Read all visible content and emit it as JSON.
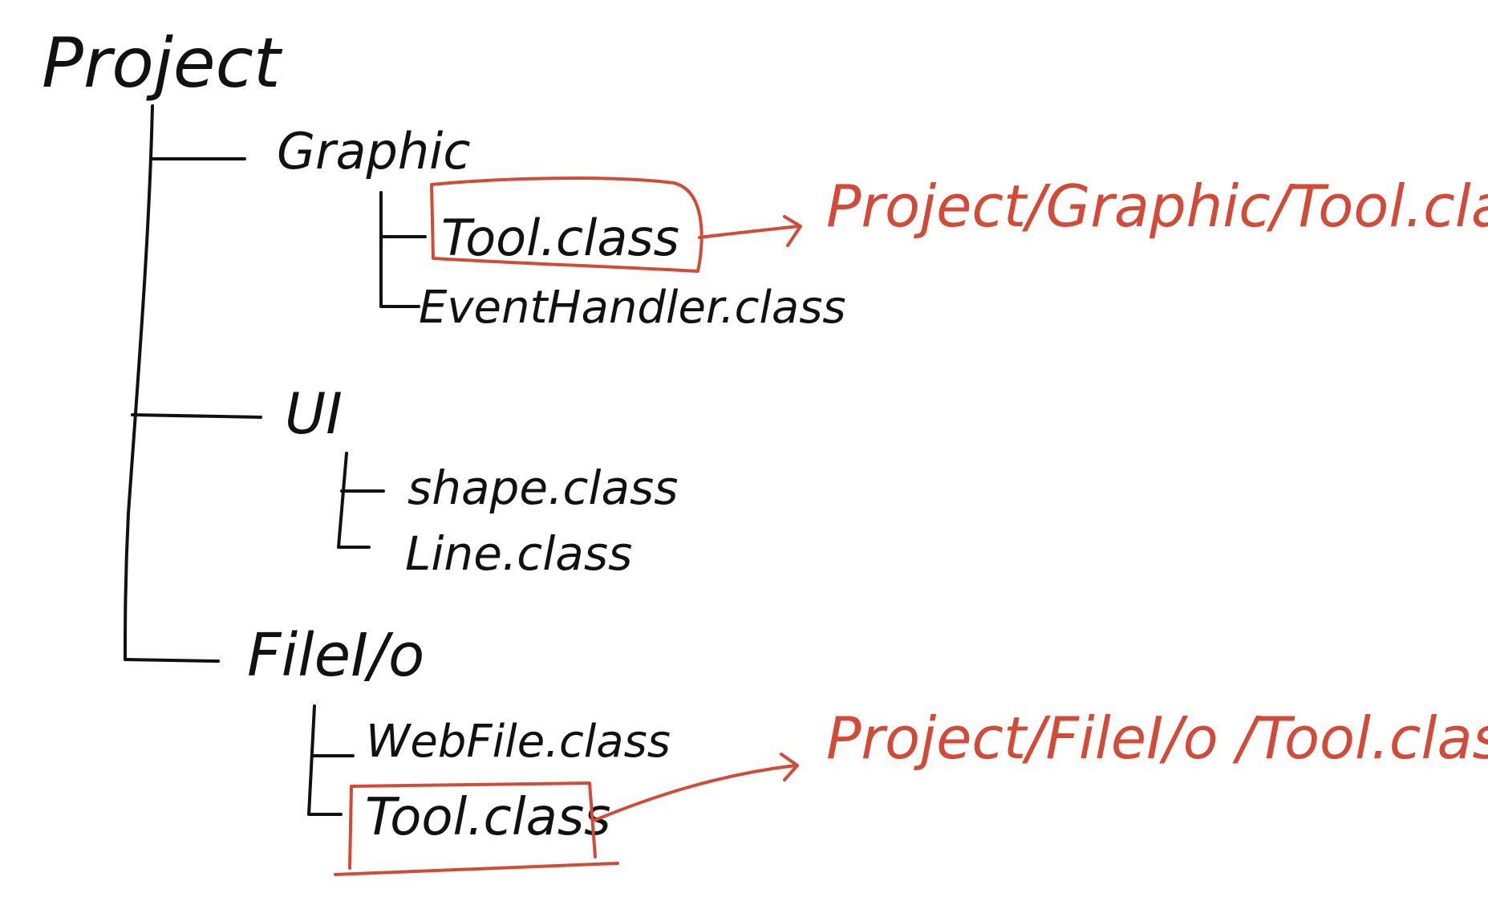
{
  "colors": {
    "ink": "#111111",
    "annotation": "#d24a38",
    "background": "#ffffff"
  },
  "tree": {
    "root": "Project",
    "folders": [
      {
        "name": "Graphic",
        "files": [
          "Tool.class",
          "EventHandler.class"
        ]
      },
      {
        "name": "UI",
        "files": [
          "shape.class",
          "Line.class"
        ]
      },
      {
        "name": "FileI/o",
        "files": [
          "WebFile.class",
          "Tool.class"
        ]
      }
    ]
  },
  "annotations": [
    {
      "text": "Project/Graphic/Tool.class"
    },
    {
      "text": "Project/FileI/o /Tool.class"
    }
  ]
}
